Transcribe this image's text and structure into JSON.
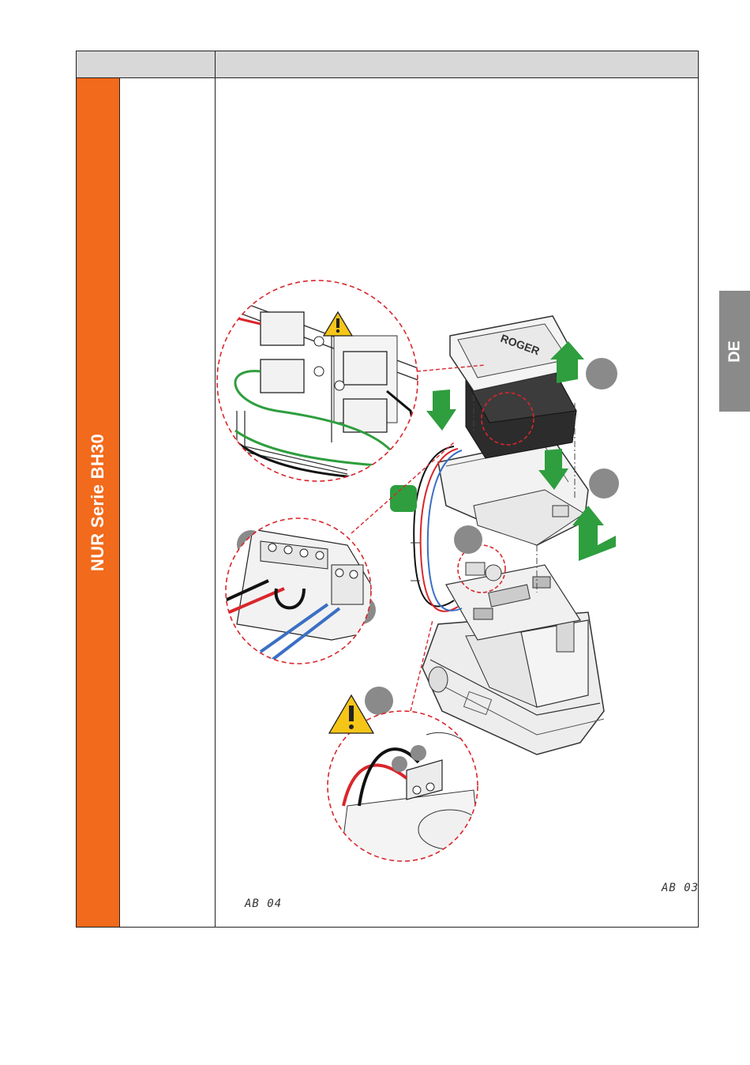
{
  "sidebar": {
    "product_title": "NUR Serie BH30"
  },
  "language_tab": {
    "label": "DE"
  },
  "figure": {
    "code_primary": "AB 03",
    "code_secondary": "AB 04",
    "logo_text": "ROGER"
  },
  "colors": {
    "orange_accent": "#f26a1b",
    "lang_tab_gray": "#8a8a8a",
    "callout_red": "#d9262c",
    "arrow_green": "#2e9e3e",
    "warning_yellow": "#f5c518"
  },
  "icons": [
    "warning-icon",
    "arrow-down-icon",
    "arrow-up-icon",
    "step-marker-icon"
  ]
}
